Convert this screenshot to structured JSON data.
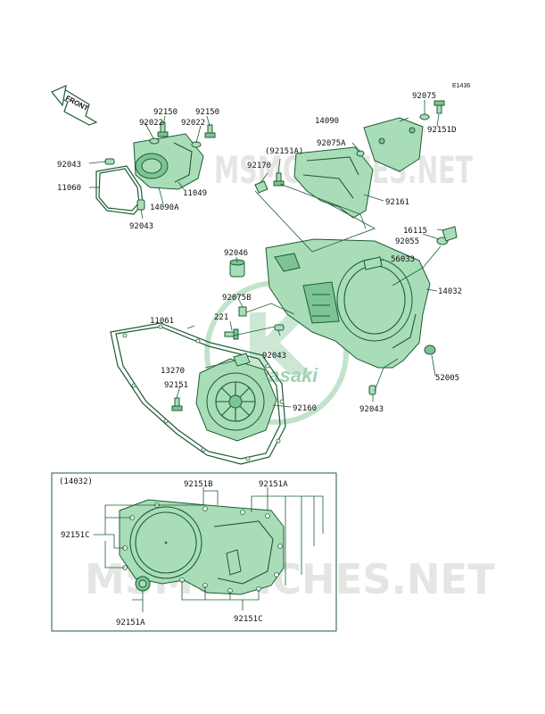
{
  "diagram_code": "E1436",
  "front_arrow_label": "FRONT",
  "inset_title": "(14032)",
  "watermark_text": "MSMOPICHES.NET",
  "logo_text": "Kawasaki",
  "colors": {
    "part_fill": "#a9ddb8",
    "part_line": "#1c5c34",
    "watermark": "#cfd3cf"
  },
  "labels": {
    "p92150a": "92150",
    "p92150b": "92150",
    "p92022a": "92022",
    "p92022b": "92022",
    "p92043a": "92043",
    "p11060": "11060",
    "p11049": "11049",
    "p14090A": "14090A",
    "p92043b": "92043",
    "p92075": "92075",
    "p14090": "14090",
    "p92151D": "92151D",
    "p92151Aparen": "(92151A)",
    "p92075A": "92075A",
    "p92170": "92170",
    "p92161": "92161",
    "p16115": "16115",
    "p92055": "92055",
    "p92046": "92046",
    "p56033": "56033",
    "p14032": "14032",
    "p92075B": "92075B",
    "p221": "221",
    "p11061": "11061",
    "p92043c": "92043",
    "p13270": "13270",
    "p52005": "52005",
    "p92151": "92151",
    "p92160": "92160",
    "p92043d": "92043",
    "p92151B": "92151B",
    "p92151Ainset": "92151A",
    "p92151C": "92151C",
    "p92151Abottom": "92151A",
    "p92151Cbottom": "92151C"
  }
}
